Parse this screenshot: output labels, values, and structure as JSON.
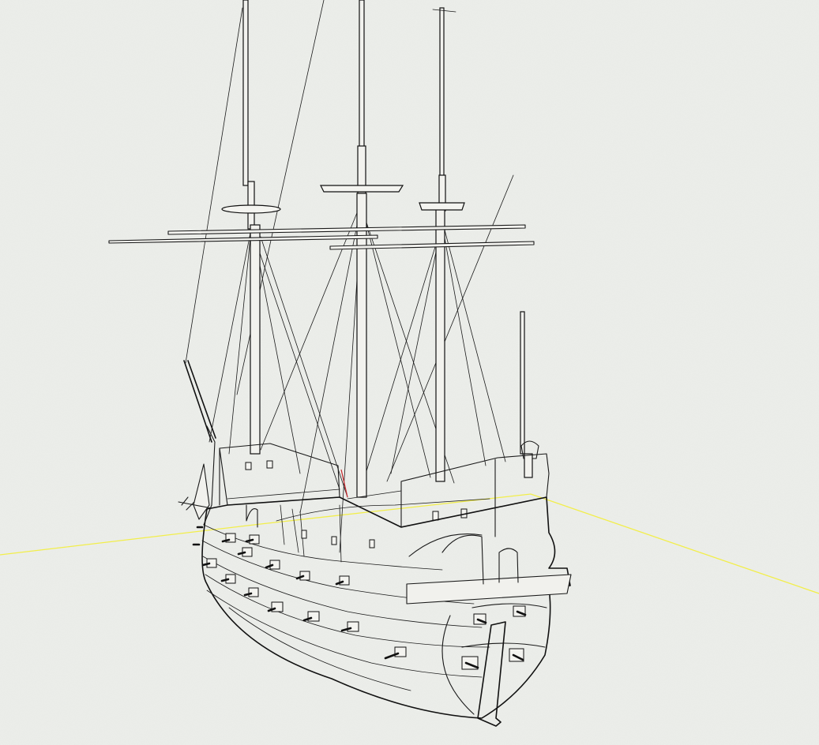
{
  "viewport": {
    "background_color": "#eceeea",
    "axis_color": "#f2ee4a",
    "line_color": "#1a1a1a",
    "accent_color": "#c8262b"
  },
  "model": {
    "subject": "ship-model",
    "render_style": "sketchy-edges",
    "masts": 3
  }
}
